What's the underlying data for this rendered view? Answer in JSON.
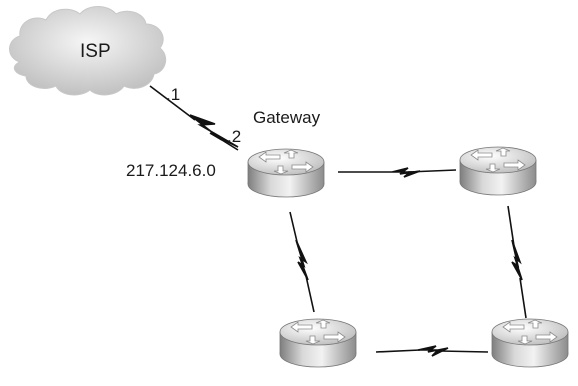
{
  "diagram": {
    "cloud_label": "ISP",
    "gateway_label": "Gateway",
    "network_label": "217.124.6.0",
    "isp_interface_label": ".1",
    "gateway_interface_label": ".2",
    "nodes": [
      {
        "id": "gateway",
        "type": "router"
      },
      {
        "id": "router-top-right",
        "type": "router"
      },
      {
        "id": "router-bottom-left",
        "type": "router"
      },
      {
        "id": "router-bottom-right",
        "type": "router"
      }
    ],
    "links": [
      {
        "from": "isp",
        "to": "gateway",
        "type": "serial"
      },
      {
        "from": "gateway",
        "to": "router-top-right",
        "type": "serial"
      },
      {
        "from": "gateway",
        "to": "router-bottom-left",
        "type": "serial"
      },
      {
        "from": "router-top-right",
        "to": "router-bottom-right",
        "type": "serial"
      },
      {
        "from": "router-bottom-left",
        "to": "router-bottom-right",
        "type": "serial"
      }
    ]
  }
}
